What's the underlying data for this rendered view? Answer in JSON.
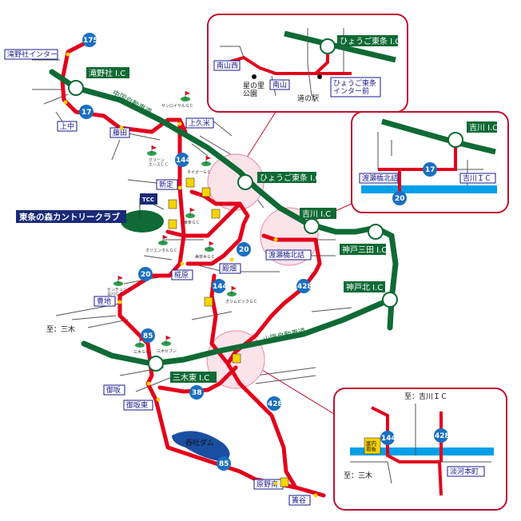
{
  "interchanges": {
    "takino": "滝野社 I.C",
    "hyogo_tojo": "ひょうご東条 I.C",
    "yoshikawa": "吉川 I.C",
    "kobe_sanda": "神戸三田 I.C",
    "kobe_kita": "神戸北 I.C",
    "miki_higashi": "三木東 I.C"
  },
  "expressways": {
    "chugoku": "中国自動車道",
    "sanyo": "山陽自動車道"
  },
  "places": {
    "takino_inter": "滝野社インター",
    "kaminaka": "上中",
    "fujita": "藤田",
    "kamikume": "上久米",
    "shinjo": "新定",
    "watase_kitazume": "渡瀬橋北詰",
    "tonohata": "殿畑",
    "kuwabara": "椛原",
    "toyochi": "豊地",
    "misaka": "御坂",
    "misaka_higashi": "御坂東",
    "harano_minami": "原野南",
    "kanaya": "簀谷",
    "to_miki": "至：三木",
    "dam": "呑吐ダム"
  },
  "golf": {
    "sun_royal": "サンロイヤルＧＣ",
    "green_ace": "グリーン\nエースＣＣ",
    "tiger": "タイガーＧＣ",
    "tojo": "東条ＧＣ",
    "oriental": "オリエンタルＧＣ",
    "mikiyoka": "美奈木ＧＣ",
    "century": "センチュリー\n吉川ＧＣ",
    "olympic": "オリムピックＧＣ",
    "miki_gc": "三木ＧＣ",
    "miki_seven": "三木セブン"
  },
  "club": {
    "name": "東条の森カントリークラブ",
    "flag": "TCC"
  },
  "routes": [
    "175",
    "17",
    "144",
    "20",
    "428",
    "85",
    "38"
  ],
  "sign_text": "案内\n看板",
  "inset_hyogo": {
    "ic": "ひょうご東条 I.C",
    "minamiyamanishi": "南山西",
    "minamiyama": "南山",
    "hoshi_no_sato": "星の里\n公園",
    "michi_no_eki": "道の駅",
    "inter_mae": "ひょうご東条\nインター前"
  },
  "inset_yoshikawa": {
    "ic": "吉川 I.C",
    "watase": "渡瀬橋北詰",
    "yoshikawa_ic": "吉川ＩＣ",
    "route_a": "17",
    "route_b": "20"
  },
  "inset_miki": {
    "to_yoshikawa": "至：吉川ＩＣ",
    "to_miki": "至：三木",
    "sign": "案内\n看板",
    "tankawa": "淡河本町",
    "route_a": "144",
    "route_b": "428"
  },
  "colors": {
    "road_red": "#e3001b",
    "expressway_green": "#0f6a35",
    "river_blue": "#00a0e9",
    "label_navy": "#1a1a8c",
    "zoom_pink": "#fbe3ea"
  }
}
